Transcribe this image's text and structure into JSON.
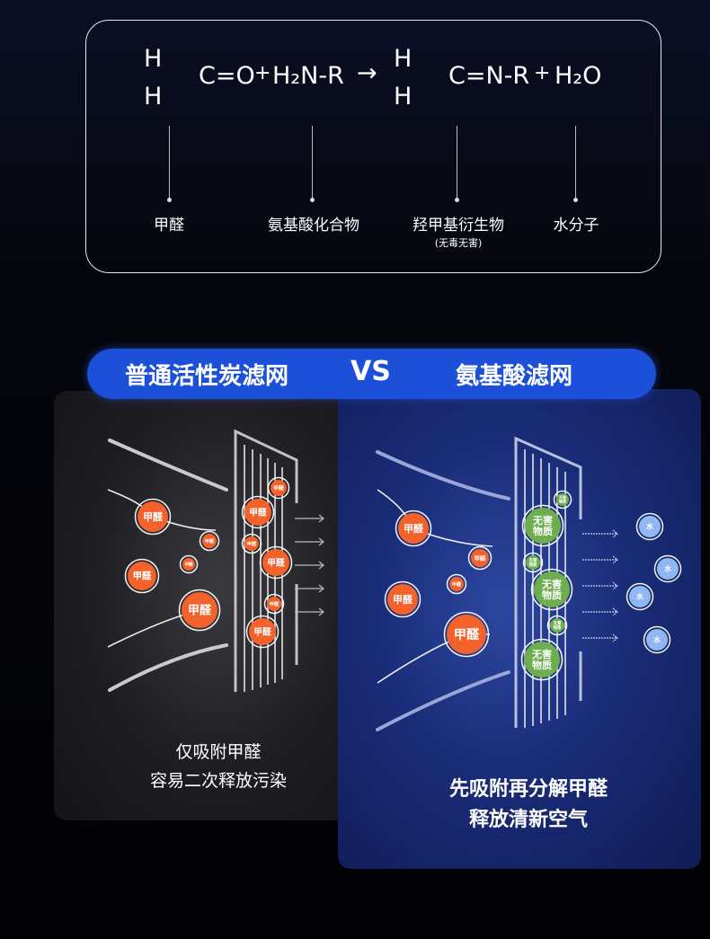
{
  "formula": {
    "h1": "H",
    "h2": "H",
    "co": "C=O",
    "plus1": "+",
    "amine": "H₂N-R",
    "arrow": "→",
    "h3": "H",
    "h4": "H",
    "cn": "C=N-R",
    "plus2": "+",
    "water": "H₂O"
  },
  "legend": [
    {
      "label": "甲醛"
    },
    {
      "label": "氨基酸化合物"
    },
    {
      "label": "羟甲基衍生物",
      "note": "(无毒无害)"
    },
    {
      "label": "水分子"
    }
  ],
  "banner": {
    "left": "普通活性炭滤网",
    "vs": "VS",
    "right": "氨基酸滤网"
  },
  "left_panel": {
    "particle_label": "甲醛",
    "caption_line1": "仅吸附甲醛",
    "caption_line2": "容易二次释放污染"
  },
  "right_panel": {
    "particle_label": "甲醛",
    "harmless_label_1": "无害",
    "harmless_label_2": "物质",
    "water_label": "水",
    "caption_line1": "先吸附再分解甲醛",
    "caption_line2": "释放清新空气"
  },
  "colors": {
    "formaldehyde": "#f2622a",
    "harmless": "#6fae4f",
    "water": "#8fb8f0",
    "banner": "#1c50d8"
  }
}
